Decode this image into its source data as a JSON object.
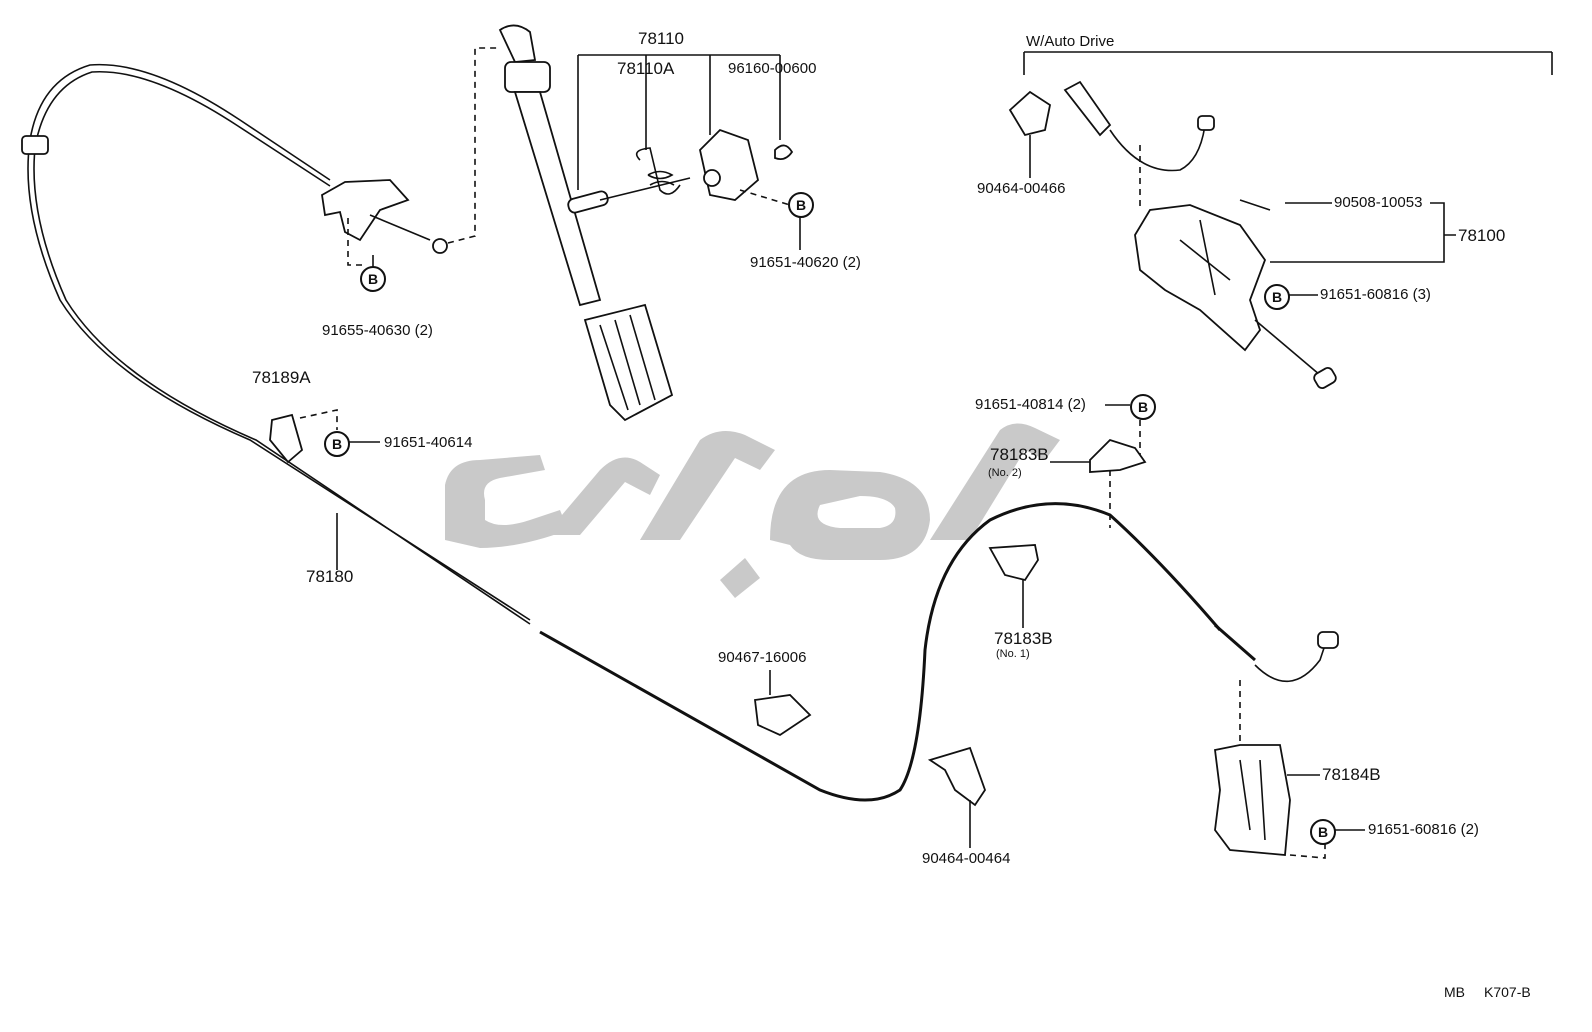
{
  "labels": {
    "p78110": "78110",
    "p78110A": "78110A",
    "p96160": "96160-00600",
    "p91651_40620": "91651-40620 (2)",
    "p91655_40630": "91655-40630 (2)",
    "p78189A": "78189A",
    "p91651_40614": "91651-40614",
    "p78180": "78180",
    "p90467_16006": "90467-16006",
    "p90464_00464": "90464-00464",
    "p78183B_no1": "78183B",
    "p78183B_no1_sub": "(No. 1)",
    "p78183B_no2": "78183B",
    "p78183B_no2_sub": "(No. 2)",
    "p91651_40814": "91651-40814 (2)",
    "p90464_00466": "90464-00466",
    "p90508_10053": "90508-10053",
    "p78100": "78100",
    "p91651_60816_3": "91651-60816 (3)",
    "p78184B": "78184B",
    "p91651_60816_2": "91651-60816 (2)",
    "auto_drive": "W/Auto Drive"
  },
  "bolt_symbol": "B",
  "footer": {
    "left": "MB",
    "right": "K707-B"
  },
  "colors": {
    "line": "#111111",
    "watermark": "#c9c9c9"
  }
}
